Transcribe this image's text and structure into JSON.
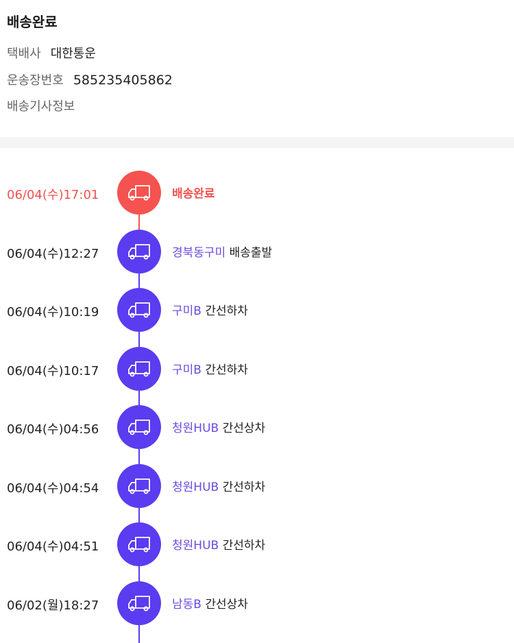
{
  "header": {
    "title": "배송완료",
    "carrier_label": "택배사",
    "carrier_value": "대한통운",
    "tracking_label": "운송장번호",
    "tracking_value": "585235405862",
    "driver_label": "배송기사정보"
  },
  "colors": {
    "done": "#f5534f",
    "step": "#5b3cf0",
    "location": "#6a4be0"
  },
  "timeline": [
    {
      "time": "06/04(수)17:01",
      "location": "",
      "status": "배송완료",
      "icon": "truck-icon"
    },
    {
      "time": "06/04(수)12:27",
      "location": "경북동구미",
      "status": "배송출발",
      "icon": "truck-icon"
    },
    {
      "time": "06/04(수)10:19",
      "location": "구미B",
      "status": "간선하차",
      "icon": "truck-icon"
    },
    {
      "time": "06/04(수)10:17",
      "location": "구미B",
      "status": "간선하차",
      "icon": "truck-icon"
    },
    {
      "time": "06/04(수)04:56",
      "location": "청원HUB",
      "status": "간선상차",
      "icon": "truck-icon"
    },
    {
      "time": "06/04(수)04:54",
      "location": "청원HUB",
      "status": "간선하차",
      "icon": "truck-icon"
    },
    {
      "time": "06/04(수)04:51",
      "location": "청원HUB",
      "status": "간선하차",
      "icon": "truck-icon"
    },
    {
      "time": "06/02(월)18:27",
      "location": "남동B",
      "status": "간선상차",
      "icon": "truck-icon"
    }
  ]
}
